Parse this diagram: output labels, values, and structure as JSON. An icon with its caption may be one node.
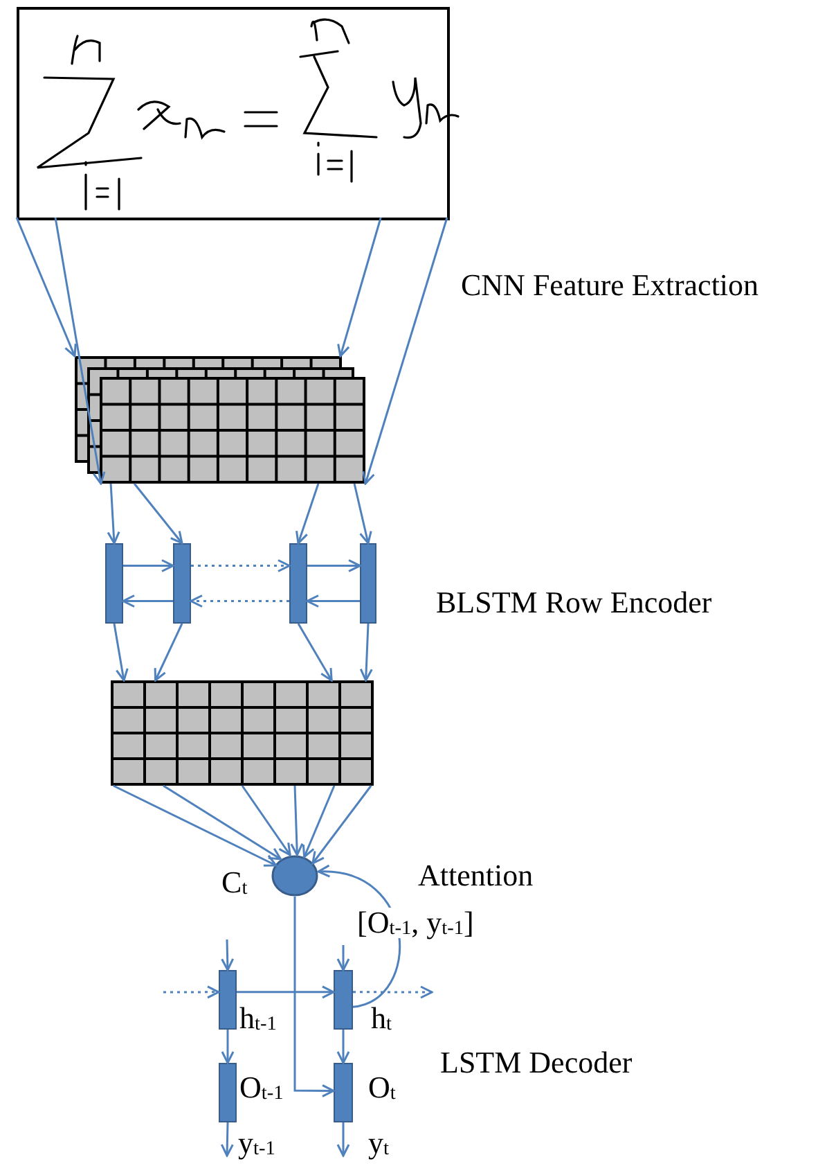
{
  "diagram": {
    "nodes": [
      {
        "text": [],
        "shape": "picture"
      },
      {
        "text": [],
        "shape": "grid"
      },
      {
        "text": [],
        "shape": "bar"
      },
      {
        "text": [],
        "shape": "bar"
      },
      {
        "text": [],
        "shape": "bar"
      },
      {
        "text": [],
        "shape": "bar"
      },
      {
        "text": [],
        "shape": "grid"
      },
      {
        "text": [],
        "shape": "circle",
        "beside": [
          "C$_{t}$"
        ]
      },
      {
        "text": [],
        "shape": "bar",
        "beside": [
          "h$_{t-1}$"
        ]
      },
      {
        "text": [],
        "shape": "bar",
        "beside": [
          "h$_{t}$"
        ]
      },
      {
        "text": [],
        "shape": "bar",
        "beside": [
          "O$_{t-1}$"
        ]
      },
      {
        "text": [],
        "shape": "bar",
        "beside": [
          "O$_{t}$"
        ]
      }
    ],
    "edges": [
      {
        "from": 0,
        "to": 1,
        "arrow": "to"
      },
      {
        "from": 0,
        "to": 1,
        "arrow": "to"
      },
      {
        "from": 0,
        "to": 1,
        "arrow": "to"
      },
      {
        "from": 0,
        "to": 1,
        "arrow": "to"
      },
      {
        "from": 1,
        "to": 2,
        "arrow": "to"
      },
      {
        "from": 1,
        "to": 3,
        "arrow": "to"
      },
      {
        "from": 1,
        "to": 4,
        "arrow": "to"
      },
      {
        "from": 1,
        "to": 5,
        "arrow": "to"
      },
      {
        "from": 2,
        "to": 3,
        "arrow": "to"
      },
      {
        "from": 3,
        "to": 4,
        "arrow": "to",
        "style": "dashed"
      },
      {
        "from": 4,
        "to": 5,
        "arrow": "to"
      },
      {
        "from": 5,
        "to": 4,
        "arrow": "to"
      },
      {
        "from": 4,
        "to": 3,
        "arrow": "to",
        "style": "dashed"
      },
      {
        "from": 3,
        "to": 2,
        "arrow": "to"
      },
      {
        "from": 2,
        "to": 6,
        "arrow": "to"
      },
      {
        "from": 3,
        "to": 6,
        "arrow": "to"
      },
      {
        "from": 4,
        "to": 6,
        "arrow": "to"
      },
      {
        "from": 5,
        "to": 6,
        "arrow": "to"
      },
      {
        "from": 6,
        "to": 7,
        "arrow": "to"
      },
      {
        "from": 6,
        "to": 7,
        "arrow": "to"
      },
      {
        "from": 6,
        "to": 7,
        "arrow": "to"
      },
      {
        "from": 6,
        "to": 7,
        "arrow": "to"
      },
      {
        "from": 6,
        "to": 7,
        "arrow": "to"
      },
      {
        "from": 6,
        "to": 7,
        "arrow": "to"
      },
      {
        "from": 7,
        "to": 11,
        "arrow": "to"
      },
      {
        "from": null,
        "to": 8,
        "arrow": "to"
      },
      {
        "from": null,
        "to": 8,
        "arrow": "to",
        "style": "dashed"
      },
      {
        "from": 8,
        "to": 9,
        "arrow": "to"
      },
      {
        "from": 8,
        "to": 10,
        "arrow": "to"
      },
      {
        "from": 9,
        "to": 11,
        "arrow": "to"
      },
      {
        "from": 9,
        "to": null,
        "arrow": "to",
        "style": "dashed"
      },
      {
        "from": null,
        "to": 9,
        "arrow": "to",
        "label": "[O$_{t-1}$, y$_{t-1}$]"
      },
      {
        "from": 9,
        "to": 7,
        "arrow": "to"
      },
      {
        "from": 10,
        "to": null,
        "arrow": "to",
        "label": "y$_{t-1}$"
      },
      {
        "from": 11,
        "to": null,
        "arrow": "to",
        "label": "y$_{t}$"
      }
    ],
    "labels": [
      "CNN Feature Extraction",
      "BLSTM Row Encoder",
      "Attention",
      "LSTM Decoder"
    ]
  }
}
